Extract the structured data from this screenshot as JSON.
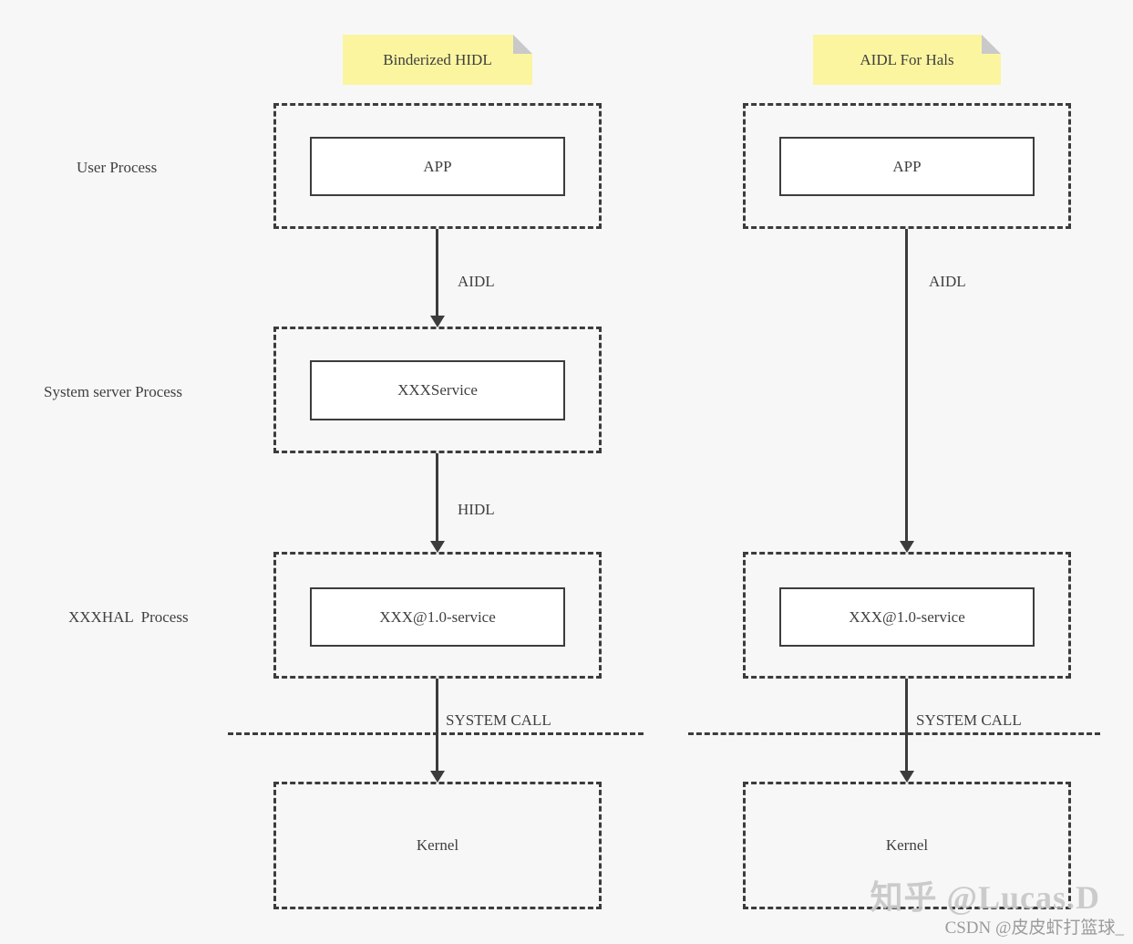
{
  "colors": {
    "background": "#f7f7f8",
    "note_yellow": "#fbf5a0",
    "note_fold_gray": "#c9c9c9",
    "line": "#3c3c3c",
    "box_fill": "#ffffff",
    "watermark_gray": "#c7c7c7"
  },
  "row_labels": [
    {
      "label": "User Process"
    },
    {
      "label": "System server Process"
    },
    {
      "label": "XXXHAL  Process"
    }
  ],
  "columns": [
    {
      "title": "Binderized HIDL",
      "app_box": "APP",
      "service_box": "XXXService",
      "hal_box": "XXX@1.0-service",
      "kernel_box": "Kernel",
      "arrow_app_to_service": "AIDL",
      "arrow_service_to_hal": "HIDL",
      "syscall_label": "SYSTEM CALL"
    },
    {
      "title": "AIDL For Hals",
      "app_box": "APP",
      "hal_box": "XXX@1.0-service",
      "kernel_box": "Kernel",
      "arrow_app_to_hal": "AIDL",
      "syscall_label": "SYSTEM CALL"
    }
  ],
  "watermarks": {
    "zhihu": "知乎 @Lucas.D",
    "csdn": "CSDN @皮皮虾打篮球_"
  }
}
